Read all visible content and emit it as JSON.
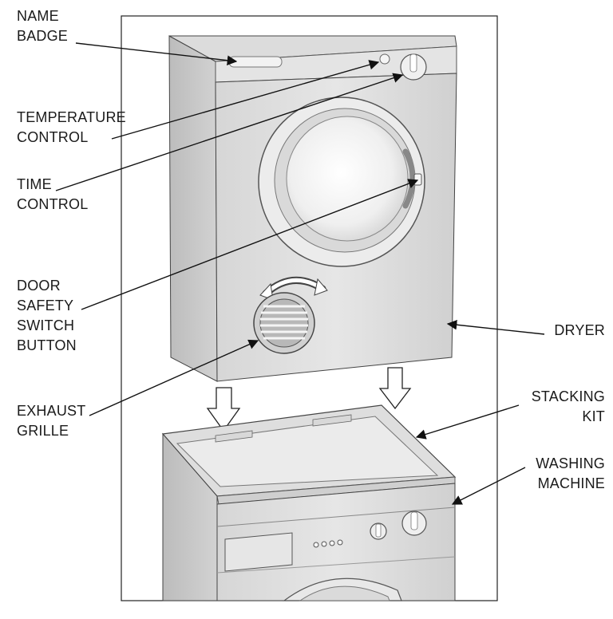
{
  "labels": {
    "name_badge": [
      "NAME",
      "BADGE"
    ],
    "temperature_control": [
      "TEMPERATURE",
      "CONTROL"
    ],
    "time_control": [
      "TIME",
      "CONTROL"
    ],
    "door_safety_switch": [
      "DOOR",
      "SAFETY",
      "SWITCH",
      "BUTTON"
    ],
    "exhaust_grille": [
      "EXHAUST",
      "GRILLE"
    ],
    "dryer": [
      "DRYER"
    ],
    "stacking_kit": [
      "STACKING",
      "KIT"
    ],
    "washing_machine": [
      "WASHING",
      "MACHINE"
    ]
  },
  "colors": {
    "appliance_fill": "#e2e2e2",
    "appliance_shade": "#c8c8c8",
    "outline": "#1a1a1a",
    "leader": "#111111"
  }
}
